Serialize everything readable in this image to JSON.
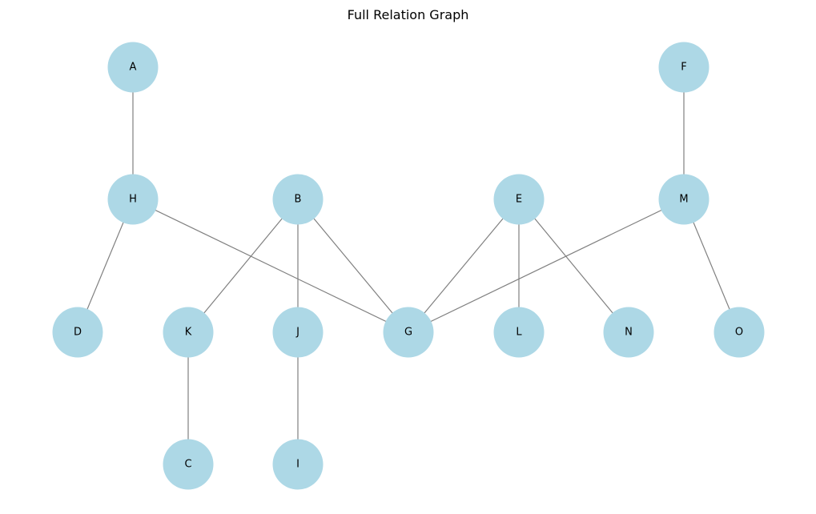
{
  "title": "Full Relation Graph",
  "colors": {
    "node_fill": "#add8e6",
    "edge_stroke": "#808080",
    "label": "#000000",
    "background": "#ffffff"
  },
  "nodes": [
    "A",
    "B",
    "C",
    "D",
    "E",
    "F",
    "G",
    "H",
    "I",
    "J",
    "K",
    "L",
    "M",
    "N",
    "O"
  ],
  "edges": [
    [
      "A",
      "H"
    ],
    [
      "F",
      "M"
    ],
    [
      "H",
      "D"
    ],
    [
      "H",
      "G"
    ],
    [
      "B",
      "K"
    ],
    [
      "B",
      "J"
    ],
    [
      "B",
      "G"
    ],
    [
      "E",
      "G"
    ],
    [
      "E",
      "L"
    ],
    [
      "E",
      "N"
    ],
    [
      "M",
      "G"
    ],
    [
      "M",
      "O"
    ],
    [
      "K",
      "C"
    ],
    [
      "J",
      "I"
    ]
  ]
}
